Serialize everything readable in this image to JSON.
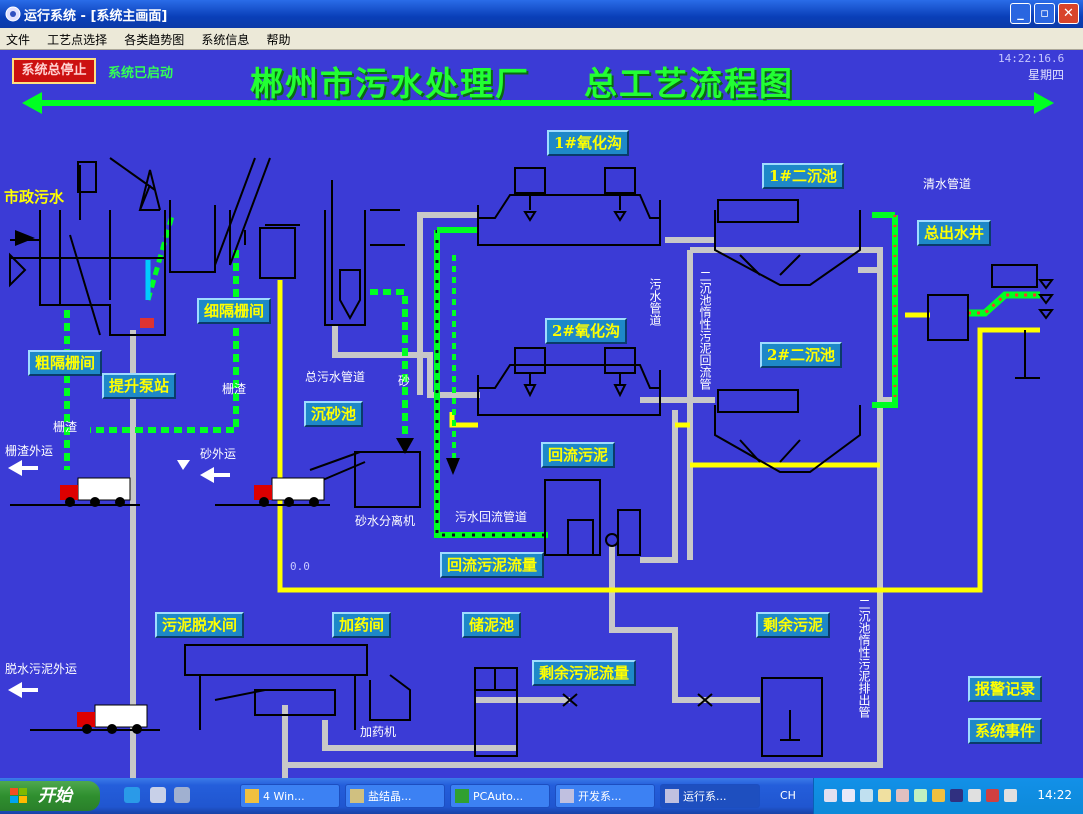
{
  "window": {
    "title": "运行系统 - [系统主画面]",
    "buttons": {
      "minimize": "_",
      "maximize": "▫",
      "close": "✕"
    }
  },
  "menu": [
    "文件",
    "工艺点选择",
    "各类趋势图",
    "系统信息",
    "帮助"
  ],
  "header": {
    "stop_button": "系统总停止",
    "status_text": "系统已启动",
    "title": "郴州市污水处理厂    总工艺流程图",
    "clock": "14:22:16.6",
    "weekday": "星期四"
  },
  "labels": {
    "municipal_sewage": "市政污水",
    "oxidation_ditch_1": "1#氧化沟",
    "oxidation_ditch_2": "2#氧化沟",
    "clarifier_1": "1#二沉池",
    "clarifier_2": "2#二沉池",
    "clean_water_pipe": "清水管道",
    "final_outlet_well": "总出水井",
    "fine_screen": "细隔栅间",
    "coarse_screen": "粗隔栅间",
    "lift_pump": "提升泵站",
    "grit_chamber": "沉砂池",
    "return_sludge": "回流污泥",
    "return_sludge_flow": "回流污泥流量",
    "sludge_dewatering": "污泥脱水间",
    "dosing_room": "加药间",
    "sludge_storage": "储泥池",
    "excess_sludge": "剩余污泥",
    "excess_sludge_flow": "剩余污泥流量",
    "alarm_log": "报警记录",
    "system_events": "系统事件"
  },
  "texts": {
    "screenings_1": "栅渣",
    "screenings_2": "栅渣",
    "screenings_out": "栅渣外运",
    "sand_out": "砂外运",
    "total_sewage_pipe": "总污水管道",
    "sand": "砂",
    "sand_water_separator": "砂水分离机",
    "sewage_return_pipe": "污水回流管道",
    "dewatered_sludge_out": "脱水污泥外运",
    "dosing_machine": "加药机",
    "sewage_pipe_v": "污水管道",
    "clarifier_return_pipe_v": "二沉池惰性污泥回流管",
    "clarifier_discharge_pipe_v": "二沉池惰性污泥排出管",
    "flow_value": "0.0"
  },
  "taskbar": {
    "start": "开始",
    "items": [
      "4 Win...",
      "盐结晶...",
      "PCAuto...",
      "开发系...",
      "运行系..."
    ],
    "lang": "CH",
    "time": "14:22"
  },
  "colors": {
    "background": "#3b3bd6",
    "pipe_gray": "#c8c8c8",
    "pipe_yellow": "#ffff00",
    "flow_green": "#00ff22",
    "label_bg": "#1e88c8",
    "label_text": "#ffff00"
  }
}
